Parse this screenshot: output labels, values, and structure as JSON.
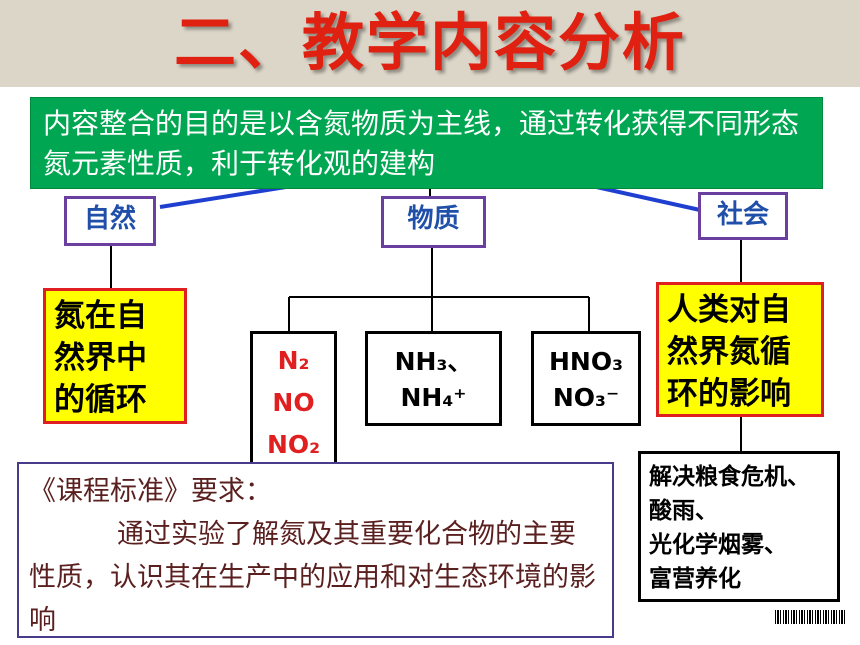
{
  "title": "二、教学内容分析",
  "note": "内容整合的目的是以含氮物质为主线，通过转化获得不同形态氮元素性质，利于转化观的建构",
  "categories": {
    "nature": "自然",
    "substance": "物质",
    "society": "社会"
  },
  "nature_detail": "氮在自然界中的循环",
  "society_detail": "人类对自然界氮循环的影响",
  "species": {
    "oxides": [
      "N₂",
      "NO",
      "NO₂"
    ],
    "ammonia": [
      "NH₃、",
      "NH₄⁺"
    ],
    "nitric": [
      "HNO₃",
      "NO₃⁻"
    ]
  },
  "standard": {
    "heading": "《课程标准》要求：",
    "body": "通过实验了解氮及其重要化合物的主要性质，认识其在生产中的应用和对生态环境的影响"
  },
  "impact": [
    "解决粮食危机、",
    "酸雨、",
    "光化学烟雾、",
    "富营养化"
  ],
  "colors": {
    "title": "#e02010",
    "note_bg": "#00a651",
    "category_border": "#6b3fa0",
    "category_text": "#1f4fa8",
    "highlight_bg": "#ffff00",
    "highlight_border": "#e02020",
    "connector": "#1f3fd0"
  }
}
